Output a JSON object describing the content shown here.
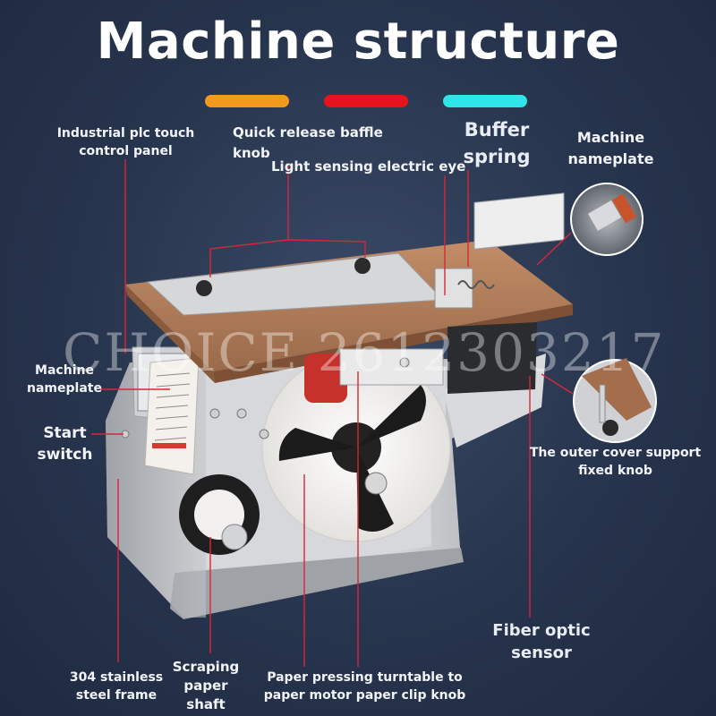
{
  "title": "Machine structure",
  "color_bars": [
    "#f39a1e",
    "#e3151b",
    "#2ee6ea"
  ],
  "labels": {
    "plc_panel": [
      "Industrial plc touch",
      "control panel"
    ],
    "baffle_knob": [
      "Quick release baffle",
      "knob"
    ],
    "electric_eye": "Light sensing electric eye",
    "buffer_spring": [
      "Buffer",
      "spring"
    ],
    "nameplate_top": [
      "Machine",
      "nameplate"
    ],
    "nameplate_left": [
      "Machine",
      "nameplate"
    ],
    "start_switch": [
      "Start",
      "switch"
    ],
    "outer_cover_knob": [
      "The outer cover support",
      "fixed knob"
    ],
    "fiber_sensor": [
      "Fiber optic",
      "sensor"
    ],
    "steel_frame": [
      "304 stainless",
      "steel frame"
    ],
    "scraping_shaft": [
      "Scraping",
      "paper",
      "shaft"
    ],
    "turntable": [
      "Paper pressing turntable to",
      "paper motor paper clip knob"
    ]
  },
  "watermark": "CHOICE 2612303217",
  "leader_color": "#d8263a"
}
